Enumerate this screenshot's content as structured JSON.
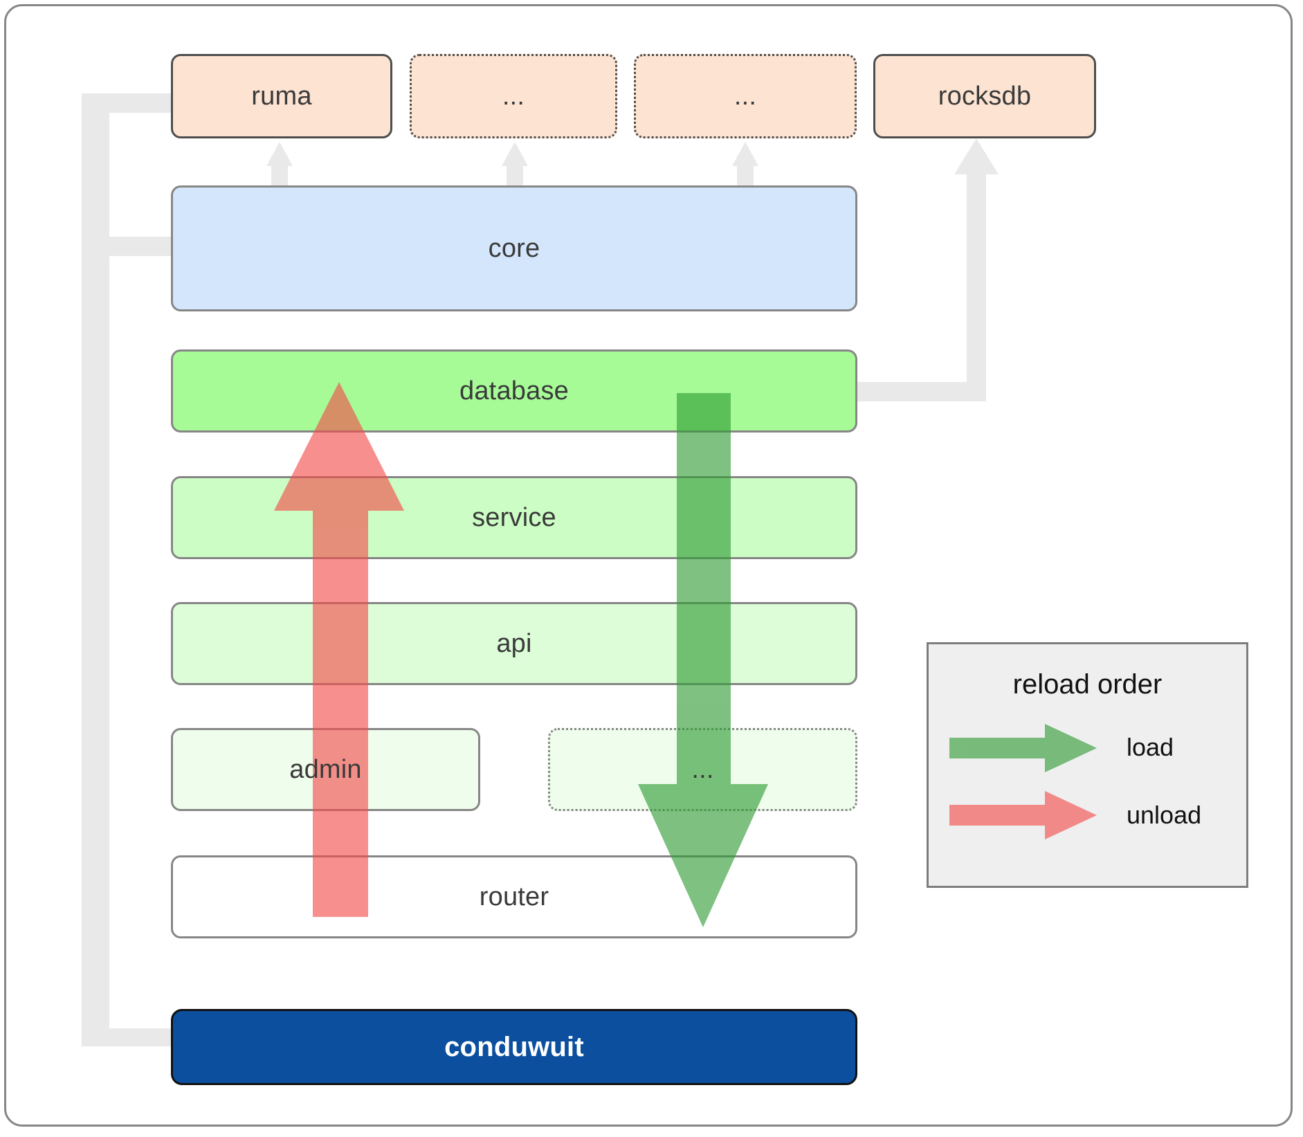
{
  "diagram": {
    "title": "conduwuit crate / reload-order architecture diagram",
    "dependencies": [
      {
        "id": "ruma",
        "label": "ruma",
        "style": "solid"
      },
      {
        "id": "dep-2",
        "label": "...",
        "style": "dotted"
      },
      {
        "id": "dep-3",
        "label": "...",
        "style": "dotted"
      },
      {
        "id": "rocksdb",
        "label": "rocksdb",
        "style": "solid"
      }
    ],
    "core": {
      "label": "core"
    },
    "stack": [
      {
        "id": "database",
        "label": "database",
        "style": "solid",
        "fill": "#a6fb97"
      },
      {
        "id": "service",
        "label": "service",
        "style": "solid",
        "fill": "#ccfdc4"
      },
      {
        "id": "api",
        "label": "api",
        "style": "solid",
        "fill": "#ddfdd8"
      },
      {
        "id": "admin",
        "label": "admin",
        "style": "solid",
        "fill": "#effdec"
      },
      {
        "id": "extra",
        "label": "...",
        "style": "dotted",
        "fill": "#effdec"
      },
      {
        "id": "router",
        "label": "router",
        "style": "solid",
        "fill": "#ffffff"
      }
    ],
    "binary": {
      "label": "conduwuit"
    },
    "legend": {
      "title": "reload order",
      "entries": [
        {
          "id": "load",
          "label": "load",
          "color": "#4aa04a"
        },
        {
          "id": "unload",
          "label": "unload",
          "color": "#f98686"
        }
      ]
    },
    "colors": {
      "dependency_fill": "#fce3d2",
      "core_fill": "#d4e6fb",
      "binary_fill": "#0b4f9e",
      "load_arrow": "#4aa04a",
      "unload_arrow": "#f98686",
      "connector": "#e9e9e9",
      "legend_bg": "#efefef",
      "frame_border": "#868686"
    }
  }
}
